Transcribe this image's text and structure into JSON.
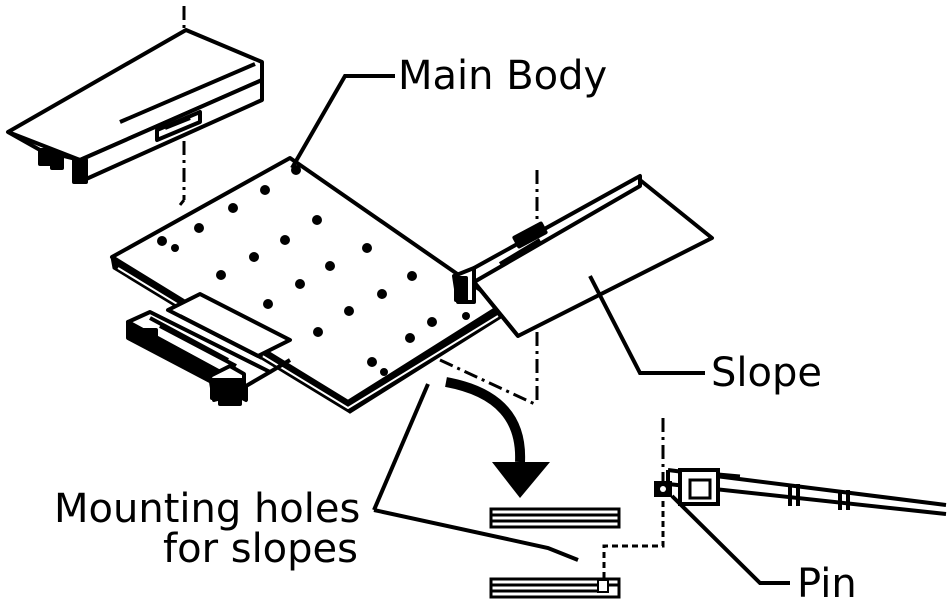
{
  "labels": {
    "main_body": "Main Body",
    "slope": "Slope",
    "mounting_holes_line1": "Mounting holes",
    "mounting_holes_line2": "for slopes",
    "pin": "Pin"
  }
}
